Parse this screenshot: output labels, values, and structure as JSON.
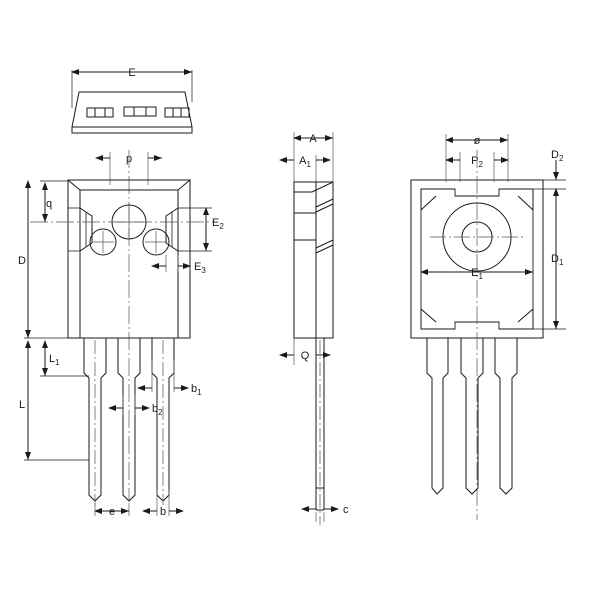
{
  "drawing": {
    "title": "TO-247 package outline mechanical drawing",
    "background_color": "#ffffff",
    "line_color": "#1a1a1a",
    "centerline_color": "#555555",
    "views": [
      {
        "name": "isometric-top-view",
        "label": ""
      },
      {
        "name": "front-view",
        "label": ""
      },
      {
        "name": "side-view",
        "label": ""
      },
      {
        "name": "rear-view",
        "label": ""
      }
    ]
  },
  "dimensions": {
    "E": "E",
    "p": "p",
    "q": "q",
    "D": "D",
    "E2": "E",
    "E2sub": "2",
    "E3": "E",
    "E3sub": "3",
    "L1": "L",
    "L1sub": "1",
    "L": "L",
    "b1": "b",
    "b1sub": "1",
    "b2": "b",
    "b2sub": "2",
    "e": "e",
    "b": "b",
    "A": "A",
    "A1": "A",
    "A1sub": "1",
    "Q": "Q",
    "c": "c",
    "diameter": "ø",
    "P2": "P",
    "P2sub": "2",
    "D2": "D",
    "D2sub": "2",
    "D1": "D",
    "D1sub": "1",
    "E1": "E",
    "E1sub": "1"
  }
}
